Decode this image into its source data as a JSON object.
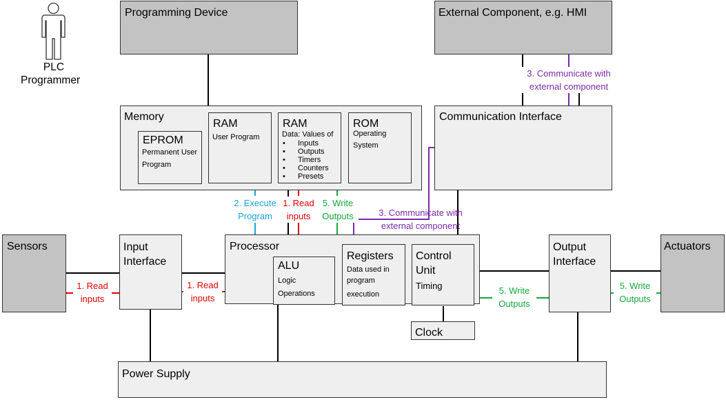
{
  "person": {
    "icon": "person-icon",
    "label_line1": "PLC",
    "label_line2": "Programmer"
  },
  "programming_device": {
    "title": "Programming Device"
  },
  "external_component": {
    "title": "External Component, e.g. HMI"
  },
  "memory": {
    "title": "Memory",
    "eprom": {
      "title": "EPROM",
      "desc_line1": "Permanent User",
      "desc_line2": "Program"
    },
    "ram_program": {
      "title": "RAM",
      "desc": "User Program"
    },
    "ram_data": {
      "title": "RAM",
      "desc": "Data: Values of",
      "items": [
        "Inputs",
        "Outputs",
        "Timers",
        "Counters",
        "Presets"
      ]
    },
    "rom": {
      "title": "ROM",
      "desc_line1": "Operating",
      "desc_line2": "System"
    }
  },
  "communication_interface": {
    "title": "Communication Interface"
  },
  "sensors": {
    "title": "Sensors"
  },
  "input_interface": {
    "title_line1": "Input",
    "title_line2": "Interface"
  },
  "processor": {
    "title": "Processor",
    "alu": {
      "title": "ALU",
      "desc_line1": "Logic",
      "desc_line2": "Operations"
    },
    "registers": {
      "title": "Registers",
      "desc_line1": "Data used in",
      "desc_line2": "program",
      "desc_line3": "execution"
    },
    "control_unit": {
      "title_line1": "Control",
      "title_line2": "Unit",
      "desc": "Timing"
    }
  },
  "clock": {
    "title": "Clock"
  },
  "output_interface": {
    "title_line1": "Output",
    "title_line2": "Interface"
  },
  "actuators": {
    "title": "Actuators"
  },
  "power_supply": {
    "title": "Power Supply"
  },
  "labels": {
    "comm_external_top": {
      "line1": "3. Communicate with",
      "line2": "external component"
    },
    "comm_external_mid": {
      "line1": "3. Communicate with",
      "line2": "external component"
    },
    "execute_program": {
      "line1": "2. Execute",
      "line2": "Program"
    },
    "read_inputs_memory": {
      "line1": "1. Read",
      "line2": "inputs"
    },
    "write_outputs_memory": {
      "line1": "5. Write",
      "line2": "Outputs"
    },
    "read_inputs_sensors": {
      "line1": "1. Read",
      "line2": "inputs"
    },
    "read_inputs_processor": {
      "line1": "1. Read",
      "line2": "inputs"
    },
    "write_outputs_processor": {
      "line1": "5. Write",
      "line2": "Outputs"
    },
    "write_outputs_actuators": {
      "line1": "5. Write",
      "line2": "Outputs"
    }
  },
  "colors": {
    "read": "#e00000",
    "execute": "#1aa3e0",
    "write": "#14a83b",
    "communicate": "#7a2aa5",
    "wire": "#000000",
    "box_dark": "#c3c3c3",
    "box_light": "#efefef"
  }
}
